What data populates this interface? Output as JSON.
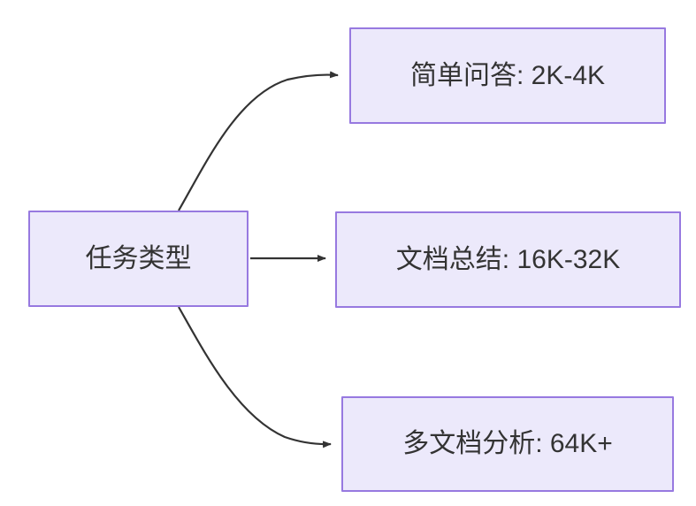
{
  "diagram": {
    "type": "flowchart",
    "direction": "left-to-right",
    "background_color": "#ffffff",
    "node_fill_color": "#ece9fb",
    "node_border_color": "#9779e0",
    "node_text_color": "#333333",
    "edge_color": "#333333",
    "root": {
      "id": "task-type",
      "label": "任务类型"
    },
    "branches": [
      {
        "id": "simple-qa",
        "label": "简单问答: 2K-4K",
        "task": "简单问答",
        "context_length": "2K-4K",
        "edge_style": "curved",
        "arrowhead": "filled-triangle"
      },
      {
        "id": "doc-summary",
        "label": "文档总结: 16K-32K",
        "task": "文档总结",
        "context_length": "16K-32K",
        "edge_style": "straight",
        "arrowhead": "filled-triangle"
      },
      {
        "id": "multi-doc",
        "label": "多文档分析: 64K+",
        "task": "多文档分析",
        "context_length": "64K+",
        "edge_style": "curved",
        "arrowhead": "filled-triangle"
      }
    ]
  }
}
